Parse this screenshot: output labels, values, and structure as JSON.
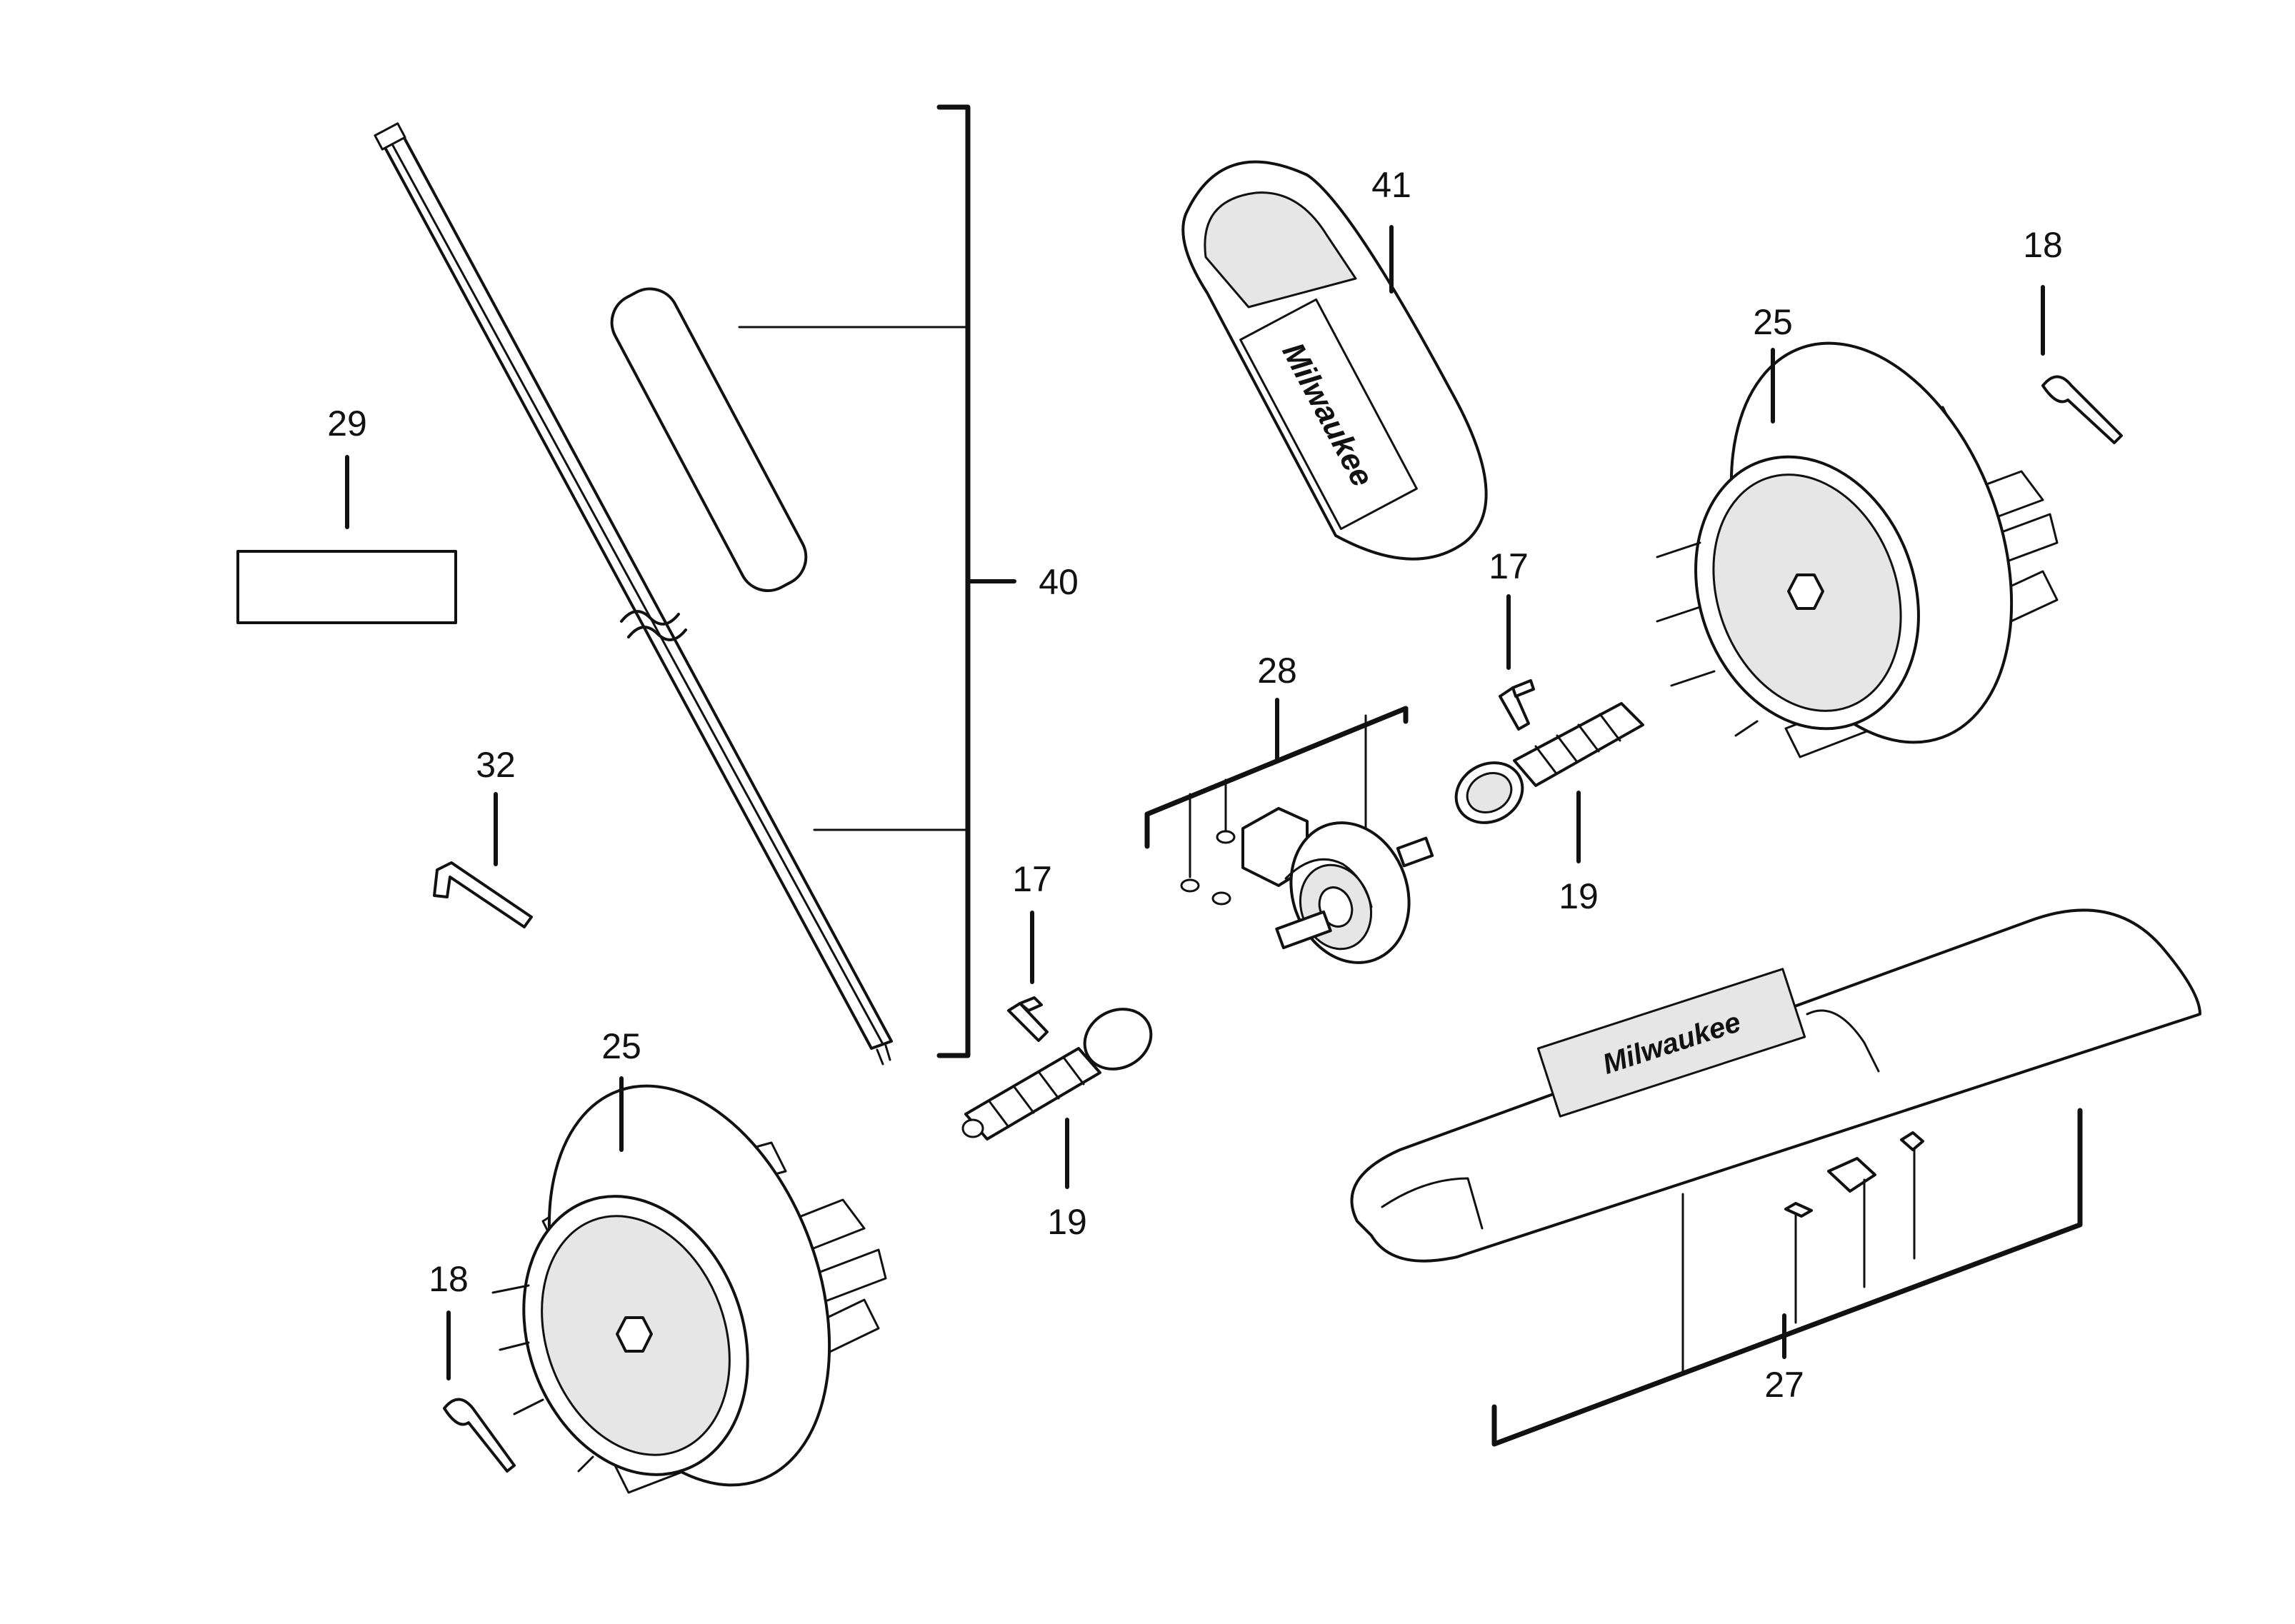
{
  "callouts": {
    "c41": "41",
    "c18_top": "18",
    "c25_top": "25",
    "c29": "29",
    "c40": "40",
    "c17_top": "17",
    "c28": "28",
    "c32": "32",
    "c19_top": "19",
    "c17_low": "17",
    "c25_low": "25",
    "c19_low": "19",
    "c18_low": "18",
    "c27": "27"
  },
  "logos": {
    "sheath_logo": "Milwaukee",
    "shroud_logo": "Milwaukee"
  },
  "colors": {
    "ink": "#111111",
    "paper": "#ffffff",
    "shade": "#e6e6e6"
  }
}
